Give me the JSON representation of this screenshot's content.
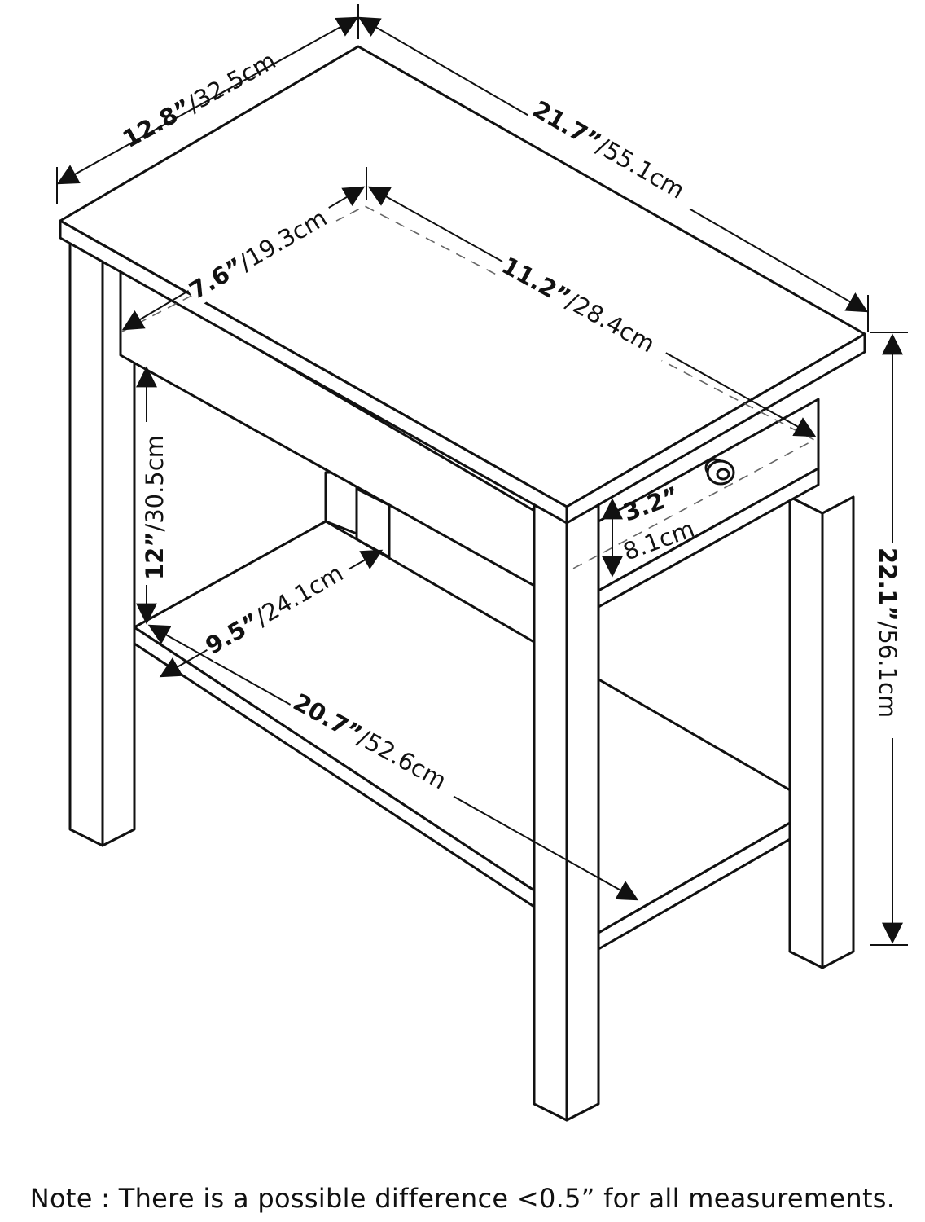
{
  "measurements": {
    "top_depth": {
      "inch": "12.8”",
      "cm": "/32.5cm"
    },
    "top_width": {
      "inch": "21.7”",
      "cm": "/55.1cm"
    },
    "drawer_depth": {
      "inch": "7.6”",
      "cm": "/19.3cm"
    },
    "drawer_width": {
      "inch": "11.2”",
      "cm": "/28.4cm"
    },
    "drawer_height": {
      "inch": "3.2”",
      "cm": "8.1cm"
    },
    "clearance_height": {
      "inch": "12”",
      "cm": "/30.5cm"
    },
    "shelf_depth": {
      "inch": "9.5”",
      "cm": "/24.1cm"
    },
    "shelf_width": {
      "inch": "20.7”",
      "cm": "/52.6cm"
    },
    "total_height": {
      "inch": "22.1”",
      "cm": "/56.1cm"
    }
  },
  "note": "Note : There is a possible difference <0.5” for all measurements."
}
